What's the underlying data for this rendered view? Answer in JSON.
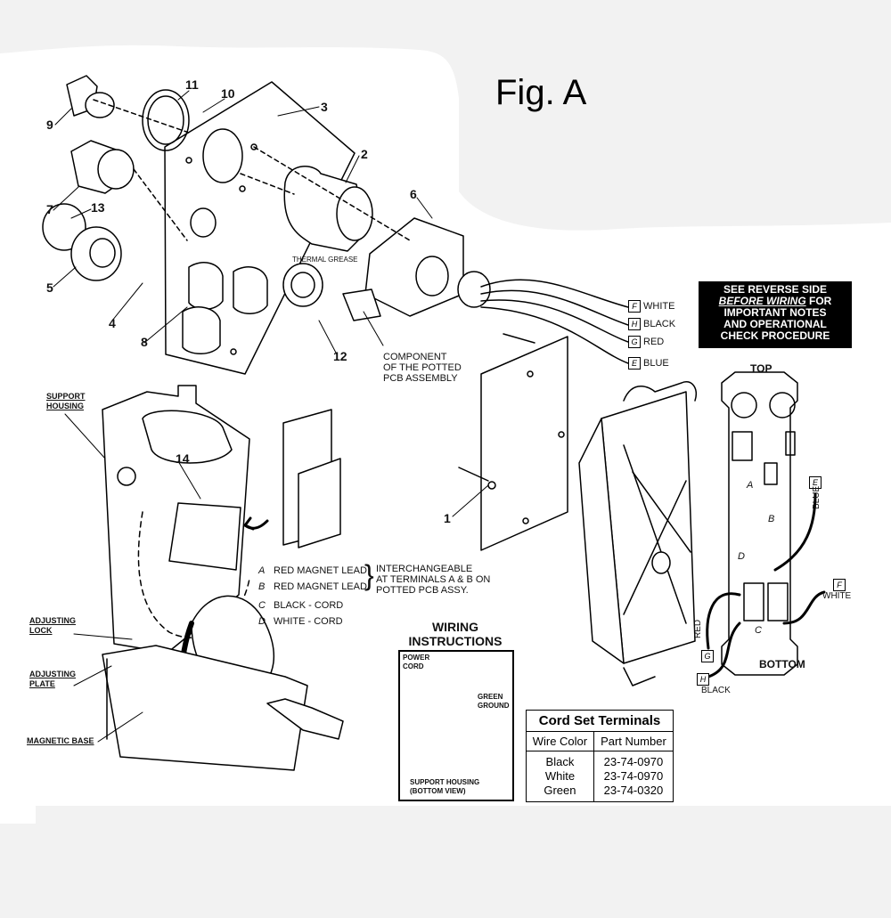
{
  "figure": {
    "title": "Fig. A"
  },
  "parts": {
    "n1": "1",
    "n2": "2",
    "n3": "3",
    "n4": "4",
    "n5": "5",
    "n6": "6",
    "n7": "7",
    "n8": "8",
    "n9": "9",
    "n10": "10",
    "n11": "11",
    "n12": "12",
    "n13": "13",
    "n14": "14"
  },
  "annotations": {
    "thermal_grease": "THERMAL GREASE",
    "component": [
      "COMPONENT",
      "OF THE POTTED",
      "PCB ASSEMBLY"
    ]
  },
  "wires": [
    {
      "tag": "F",
      "color": "WHITE"
    },
    {
      "tag": "H",
      "color": "BLACK"
    },
    {
      "tag": "G",
      "color": "RED"
    },
    {
      "tag": "E",
      "color": "BLUE"
    }
  ],
  "notice": {
    "line1": "SEE REVERSE SIDE",
    "line2a": "BEFORE WIRING",
    "line2b": "FOR",
    "line3": "IMPORTANT NOTES",
    "line4": "AND OPERATIONAL",
    "line5": "CHECK PROCEDURE"
  },
  "board": {
    "top": "TOP",
    "bottom": "BOTTOM",
    "terminals": [
      "A",
      "B",
      "D",
      "C"
    ],
    "tags": {
      "e": "E",
      "f": "F",
      "g": "G",
      "h": "H"
    },
    "wire_blue": "BLUE",
    "wire_white": "WHITE",
    "wire_red": "RED",
    "wire_black": "BLACK"
  },
  "housing": {
    "support": [
      "SUPPORT",
      "HOUSING"
    ],
    "lock": [
      "ADJUSTING",
      "LOCK"
    ],
    "plate": [
      "ADJUSTING",
      "PLATE"
    ],
    "base": "MAGNETIC BASE"
  },
  "leads": [
    {
      "letter": "A",
      "text": "RED MAGNET LEAD"
    },
    {
      "letter": "B",
      "text": "RED MAGNET LEAD"
    },
    {
      "letter": "C",
      "text": "BLACK - CORD"
    },
    {
      "letter": "D",
      "text": "WHITE - CORD"
    }
  ],
  "leads_note": [
    "INTERCHANGEABLE",
    "AT TERMINALS A & B ON",
    "POTTED PCB ASSY."
  ],
  "wiring": {
    "title": [
      "WIRING",
      "INSTRUCTIONS"
    ],
    "power_cord": [
      "POWER",
      "CORD"
    ],
    "ground": [
      "GREEN",
      "GROUND"
    ],
    "view": [
      "SUPPORT  HOUSING",
      "(BOTTOM  VIEW)"
    ]
  },
  "cord_table": {
    "title": "Cord Set Terminals",
    "headers": [
      "Wire Color",
      "Part Number"
    ],
    "rows": [
      [
        "Black",
        "23-74-0970"
      ],
      [
        "White",
        "23-74-0970"
      ],
      [
        "Green",
        "23-74-0320"
      ]
    ]
  }
}
